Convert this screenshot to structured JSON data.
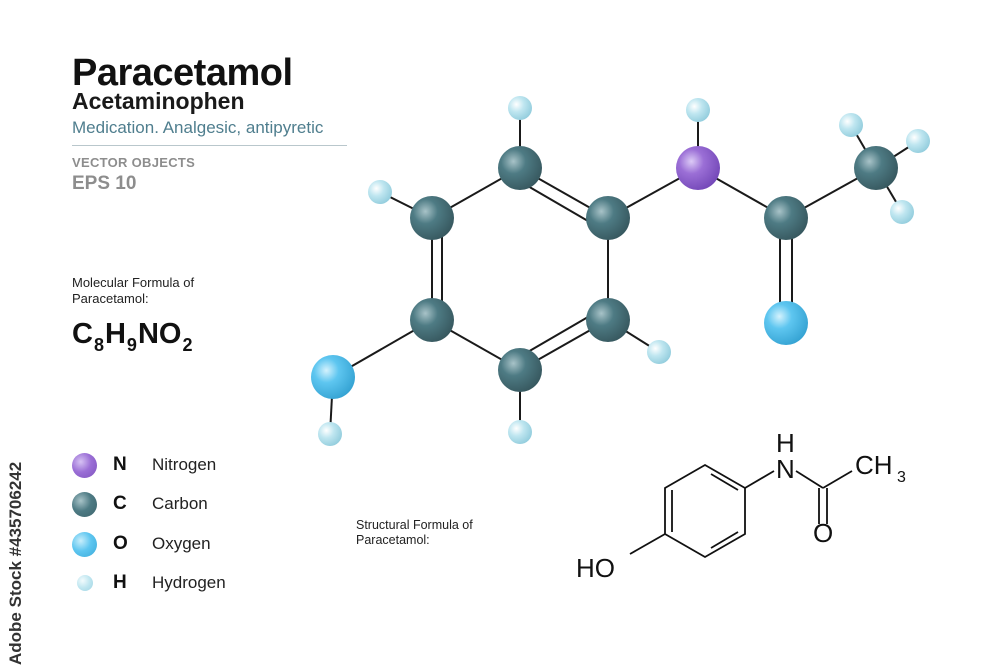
{
  "header": {
    "title": "Paracetamol",
    "subtitle": "Acetaminophen",
    "description": "Medication. Analgesic, antipyretic",
    "vector_label": "VECTOR OBJECTS",
    "eps_label": "EPS 10"
  },
  "molecular_formula": {
    "label": "Molecular Formula of Paracetamol:",
    "parts": [
      {
        "symbol": "C",
        "count": "8"
      },
      {
        "symbol": "H",
        "count": "9"
      },
      {
        "symbol": "N",
        "count": ""
      },
      {
        "symbol": "O",
        "count": "2"
      }
    ]
  },
  "legend": [
    {
      "symbol": "N",
      "name": "Nitrogen",
      "color": "#9b6fd6"
    },
    {
      "symbol": "C",
      "name": "Carbon",
      "color": "#4e7b84"
    },
    {
      "symbol": "O",
      "name": "Oxygen",
      "color": "#5ec6f0"
    },
    {
      "symbol": "H",
      "name": "Hydrogen",
      "color": "#bfe6f0"
    }
  ],
  "structural_formula": {
    "label": "Structural  Formula of Paracetamol:",
    "atom_labels": {
      "ho": "HO",
      "nh_h": "H",
      "nh_n": "N",
      "ch3_c": "CH",
      "ch3_sub": "3",
      "carbonyl_o": "O"
    }
  },
  "watermark": {
    "prefix": "Adobe Stock",
    "id": "#435706242"
  },
  "colors": {
    "carbon": "#4e7b84",
    "nitrogen": "#9b6fd6",
    "oxygen": "#5ec6f0",
    "hydrogen": "#bfe6f0",
    "bond": "#1a1a1a",
    "accent_text": "#4f7e8e"
  }
}
